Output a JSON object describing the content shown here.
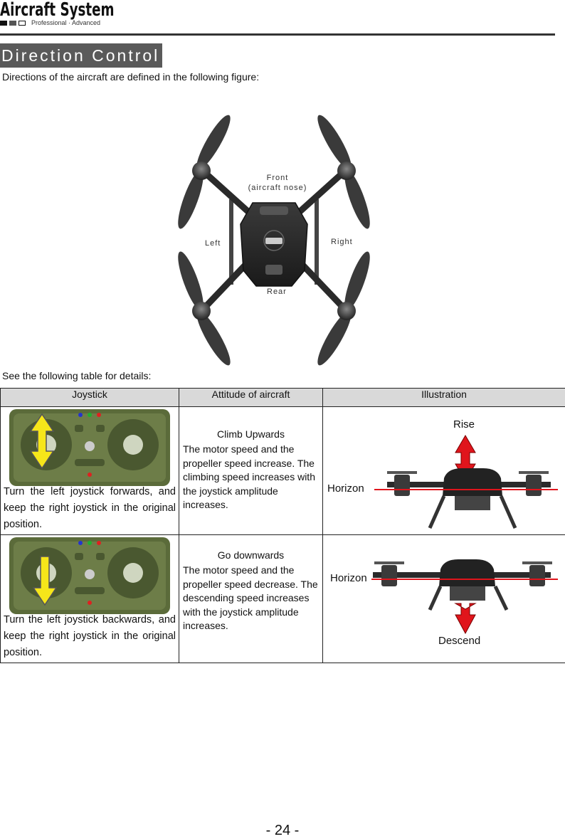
{
  "header": {
    "brand_title": "Aircraft System",
    "brand_subtitle": "Professional · Advanced"
  },
  "section": {
    "title": "Direction Control",
    "intro": "Directions of the aircraft are defined in the following figure:"
  },
  "figure": {
    "front_label": "Front",
    "front_sub": "(aircraft nose)",
    "left_label": "Left",
    "right_label": "Right",
    "rear_label": "Rear"
  },
  "table": {
    "lead": "See the following table for details:",
    "headers": [
      "Joystick",
      "Attitude of aircraft",
      "Illustration"
    ],
    "rows": [
      {
        "joystick_text": "Turn the left joystick forwards, and keep the right joystick in the original position.",
        "attitude_title": "Climb Upwards",
        "attitude_body": "The motor speed and the propeller speed increase. The climbing speed increases with the joystick amplitude increases.",
        "ill_label_top": "Rise",
        "ill_label_horizon": "Horizon"
      },
      {
        "joystick_text": "Turn the left joystick backwards, and keep the right joystick in the original position.",
        "attitude_title": "Go downwards",
        "attitude_body": "The motor speed and the propeller speed decrease. The descending speed increases with the joystick amplitude increases.",
        "ill_label_horizon": "Horizon",
        "ill_label_bottom": "Descend"
      }
    ]
  },
  "footer": {
    "page_number": "- 24 -"
  },
  "colors": {
    "arrow_red": "#e0151c",
    "arrow_yellow": "#f6e61a",
    "controller_green": "#5b6b3a",
    "title_bg": "#5a5a5a"
  },
  "icons": [
    "drone-icon",
    "controller-icon",
    "up-arrow-icon",
    "down-arrow-icon"
  ]
}
